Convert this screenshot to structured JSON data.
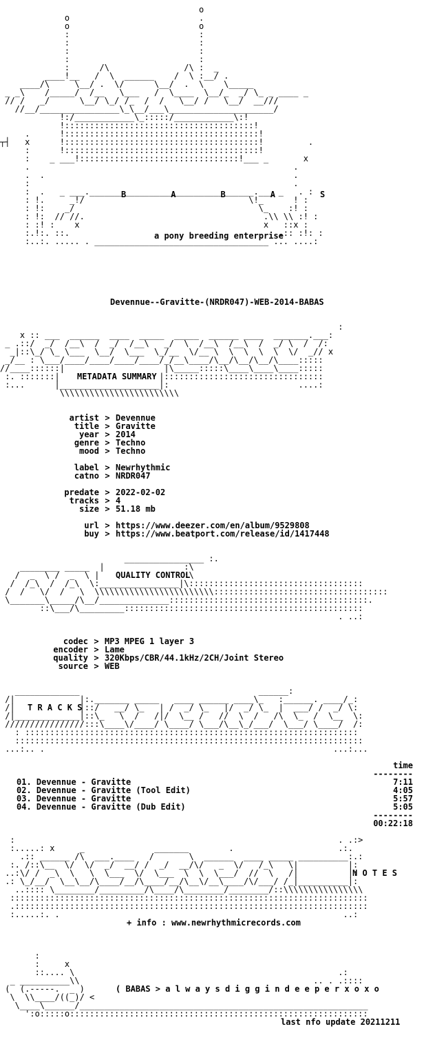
{
  "header": {
    "group_letters": "B         A         B         A         S",
    "tagline": "a pony breeding enterprise",
    "release": "Devennue--Gravitte-(NRDR047)-WEB-2014-BABAS"
  },
  "sections": {
    "metadata": "METADATA SUMMARY",
    "quality": "QUALITY CONTROL",
    "tracks": "T R A C K S",
    "notes": "N O T E S"
  },
  "metadata": [
    {
      "label": "artist",
      "value": "Devennue"
    },
    {
      "label": "title",
      "value": "Gravitte"
    },
    {
      "label": "year",
      "value": "2014"
    },
    {
      "label": "genre",
      "value": "Techno"
    },
    {
      "label": "mood",
      "value": "Techno"
    },
    {
      "label": "",
      "value": ""
    },
    {
      "label": "label",
      "value": "Newrhythmic"
    },
    {
      "label": "catno",
      "value": "NRDR047"
    },
    {
      "label": "",
      "value": ""
    },
    {
      "label": "predate",
      "value": "2022-02-02"
    },
    {
      "label": "tracks",
      "value": "4"
    },
    {
      "label": "size",
      "value": "51.18 mb"
    },
    {
      "label": "",
      "value": ""
    },
    {
      "label": "url",
      "value": "https://www.deezer.com/en/album/9529808"
    },
    {
      "label": "buy",
      "value": "https://www.beatport.com/release/id/1417448"
    }
  ],
  "quality_control": [
    {
      "label": "codec",
      "value": "MP3 MPEG 1 layer 3"
    },
    {
      "label": "encoder",
      "value": "Lame"
    },
    {
      "label": "quality",
      "value": "320Kbps/CBR/44.1kHz/2CH/Joint Stereo"
    },
    {
      "label": "source",
      "value": "WEB"
    }
  ],
  "tracklist": {
    "time_header": "time",
    "rule": "--------",
    "items": [
      {
        "title": "01. Devennue - Gravitte",
        "time": "7:11"
      },
      {
        "title": "02. Devennue - Gravitte (Tool Edit)",
        "time": "4:05"
      },
      {
        "title": "03. Devennue - Gravitte",
        "time": "5:57"
      },
      {
        "title": "04. Devennue - Gravitte (Dub Edit)",
        "time": "5:05"
      }
    ],
    "total": "00:22:18"
  },
  "notes": {
    "info": "+ info : www.newrhythmicrecords.com"
  },
  "footer": {
    "slogan": "( BABAS > a l w a y s d i g g i n d e e p e r x o x o",
    "update": "last nfo update 20211211"
  }
}
